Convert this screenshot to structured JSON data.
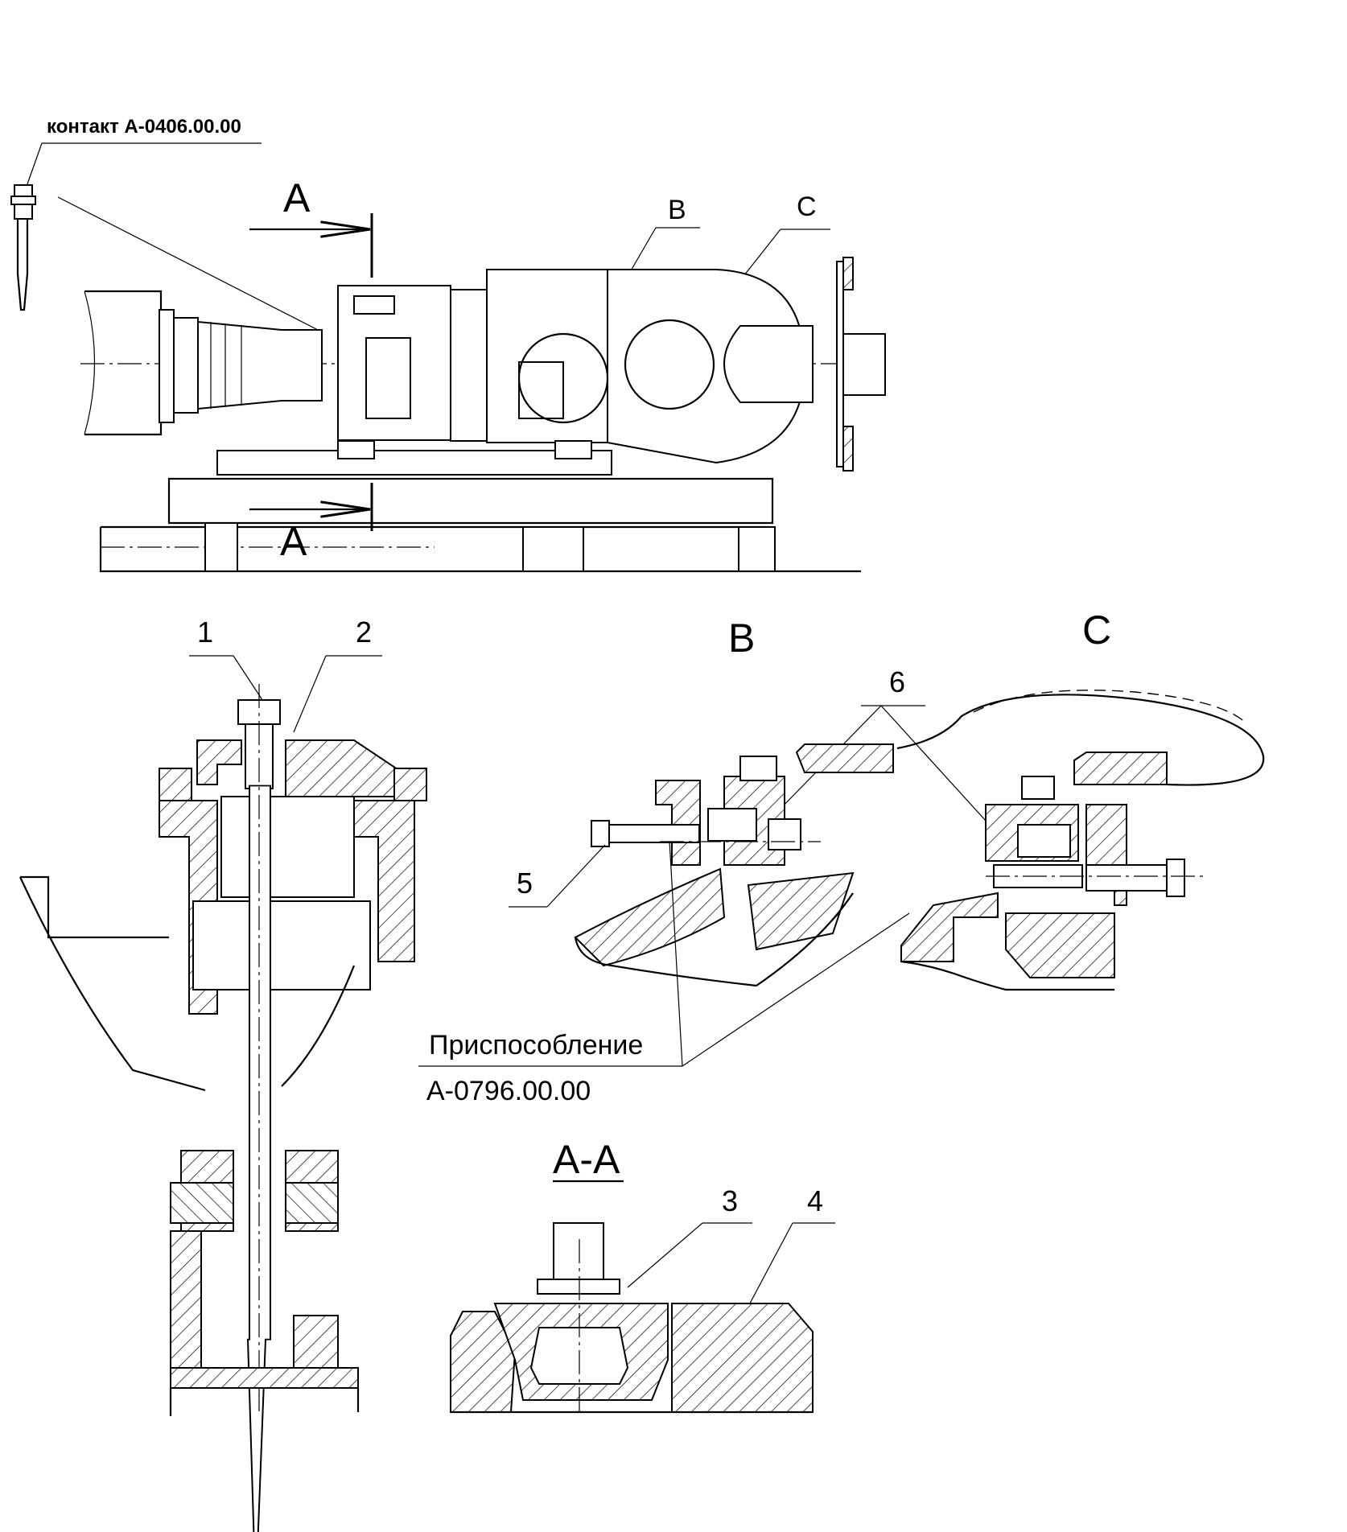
{
  "labels": {
    "contact": "контакт А-0406.00.00",
    "section_a_top": "А",
    "section_a_bottom": "А",
    "view_b_marker": "В",
    "view_c_marker": "С",
    "view_b_title": "В",
    "view_c_title": "С",
    "section_aa_title": "А-А",
    "fixture_name": "Приспособление",
    "fixture_code": "А-0796.00.00"
  },
  "callouts": {
    "item_1": "1",
    "item_2": "2",
    "item_3": "3",
    "item_4": "4",
    "item_5": "5",
    "item_6": "6"
  }
}
